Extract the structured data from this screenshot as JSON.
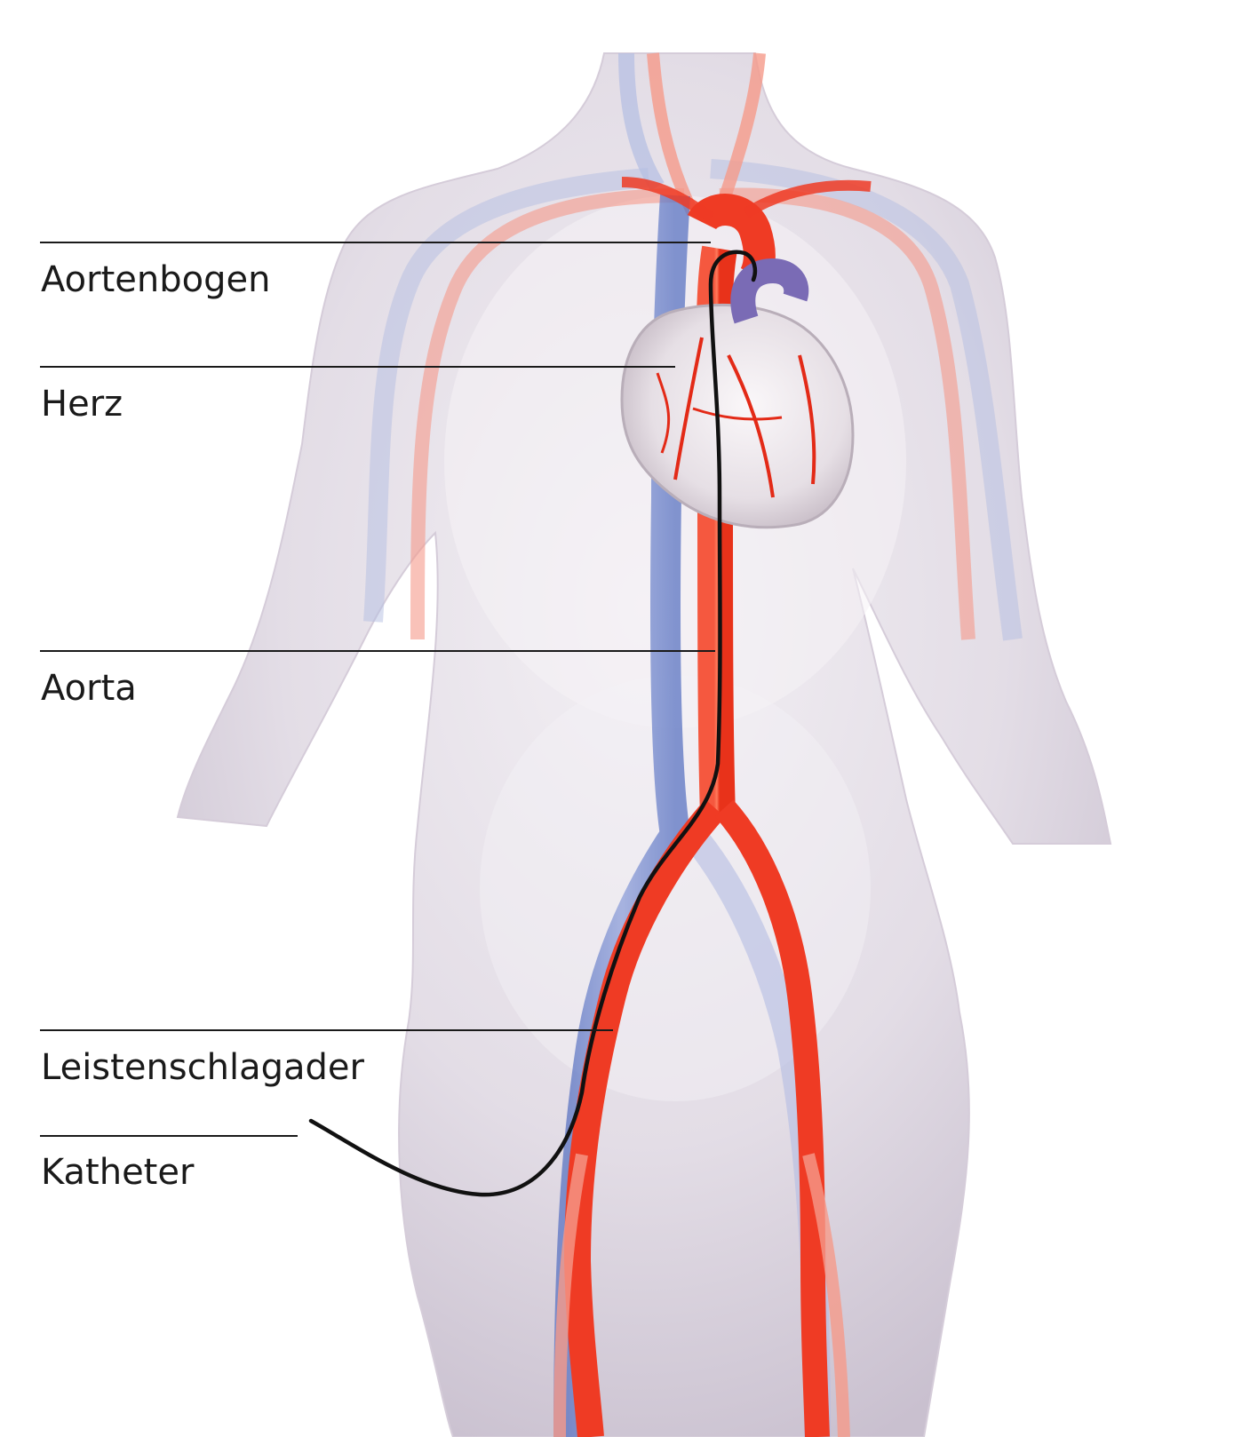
{
  "diagram": {
    "labels": {
      "aortenbogen": "Aortenbogen",
      "herz": "Herz",
      "aorta": "Aorta",
      "leistenschlagader": "Leistenschlagader",
      "katheter": "Katheter"
    },
    "colors": {
      "background": "#ffffff",
      "skin": "#e6e1e8",
      "skin_shadow": "#c8c0cc",
      "artery": "#ef3b24",
      "artery_light": "#f59a8a",
      "vein": "#6f86c9",
      "vein_light": "#b4bde2",
      "heart": "#ece6ea",
      "heart_vessel": "#e32a17",
      "pulmonary": "#7a6bb5",
      "catheter": "#111111",
      "leader_line": "#1a1a1a"
    }
  }
}
